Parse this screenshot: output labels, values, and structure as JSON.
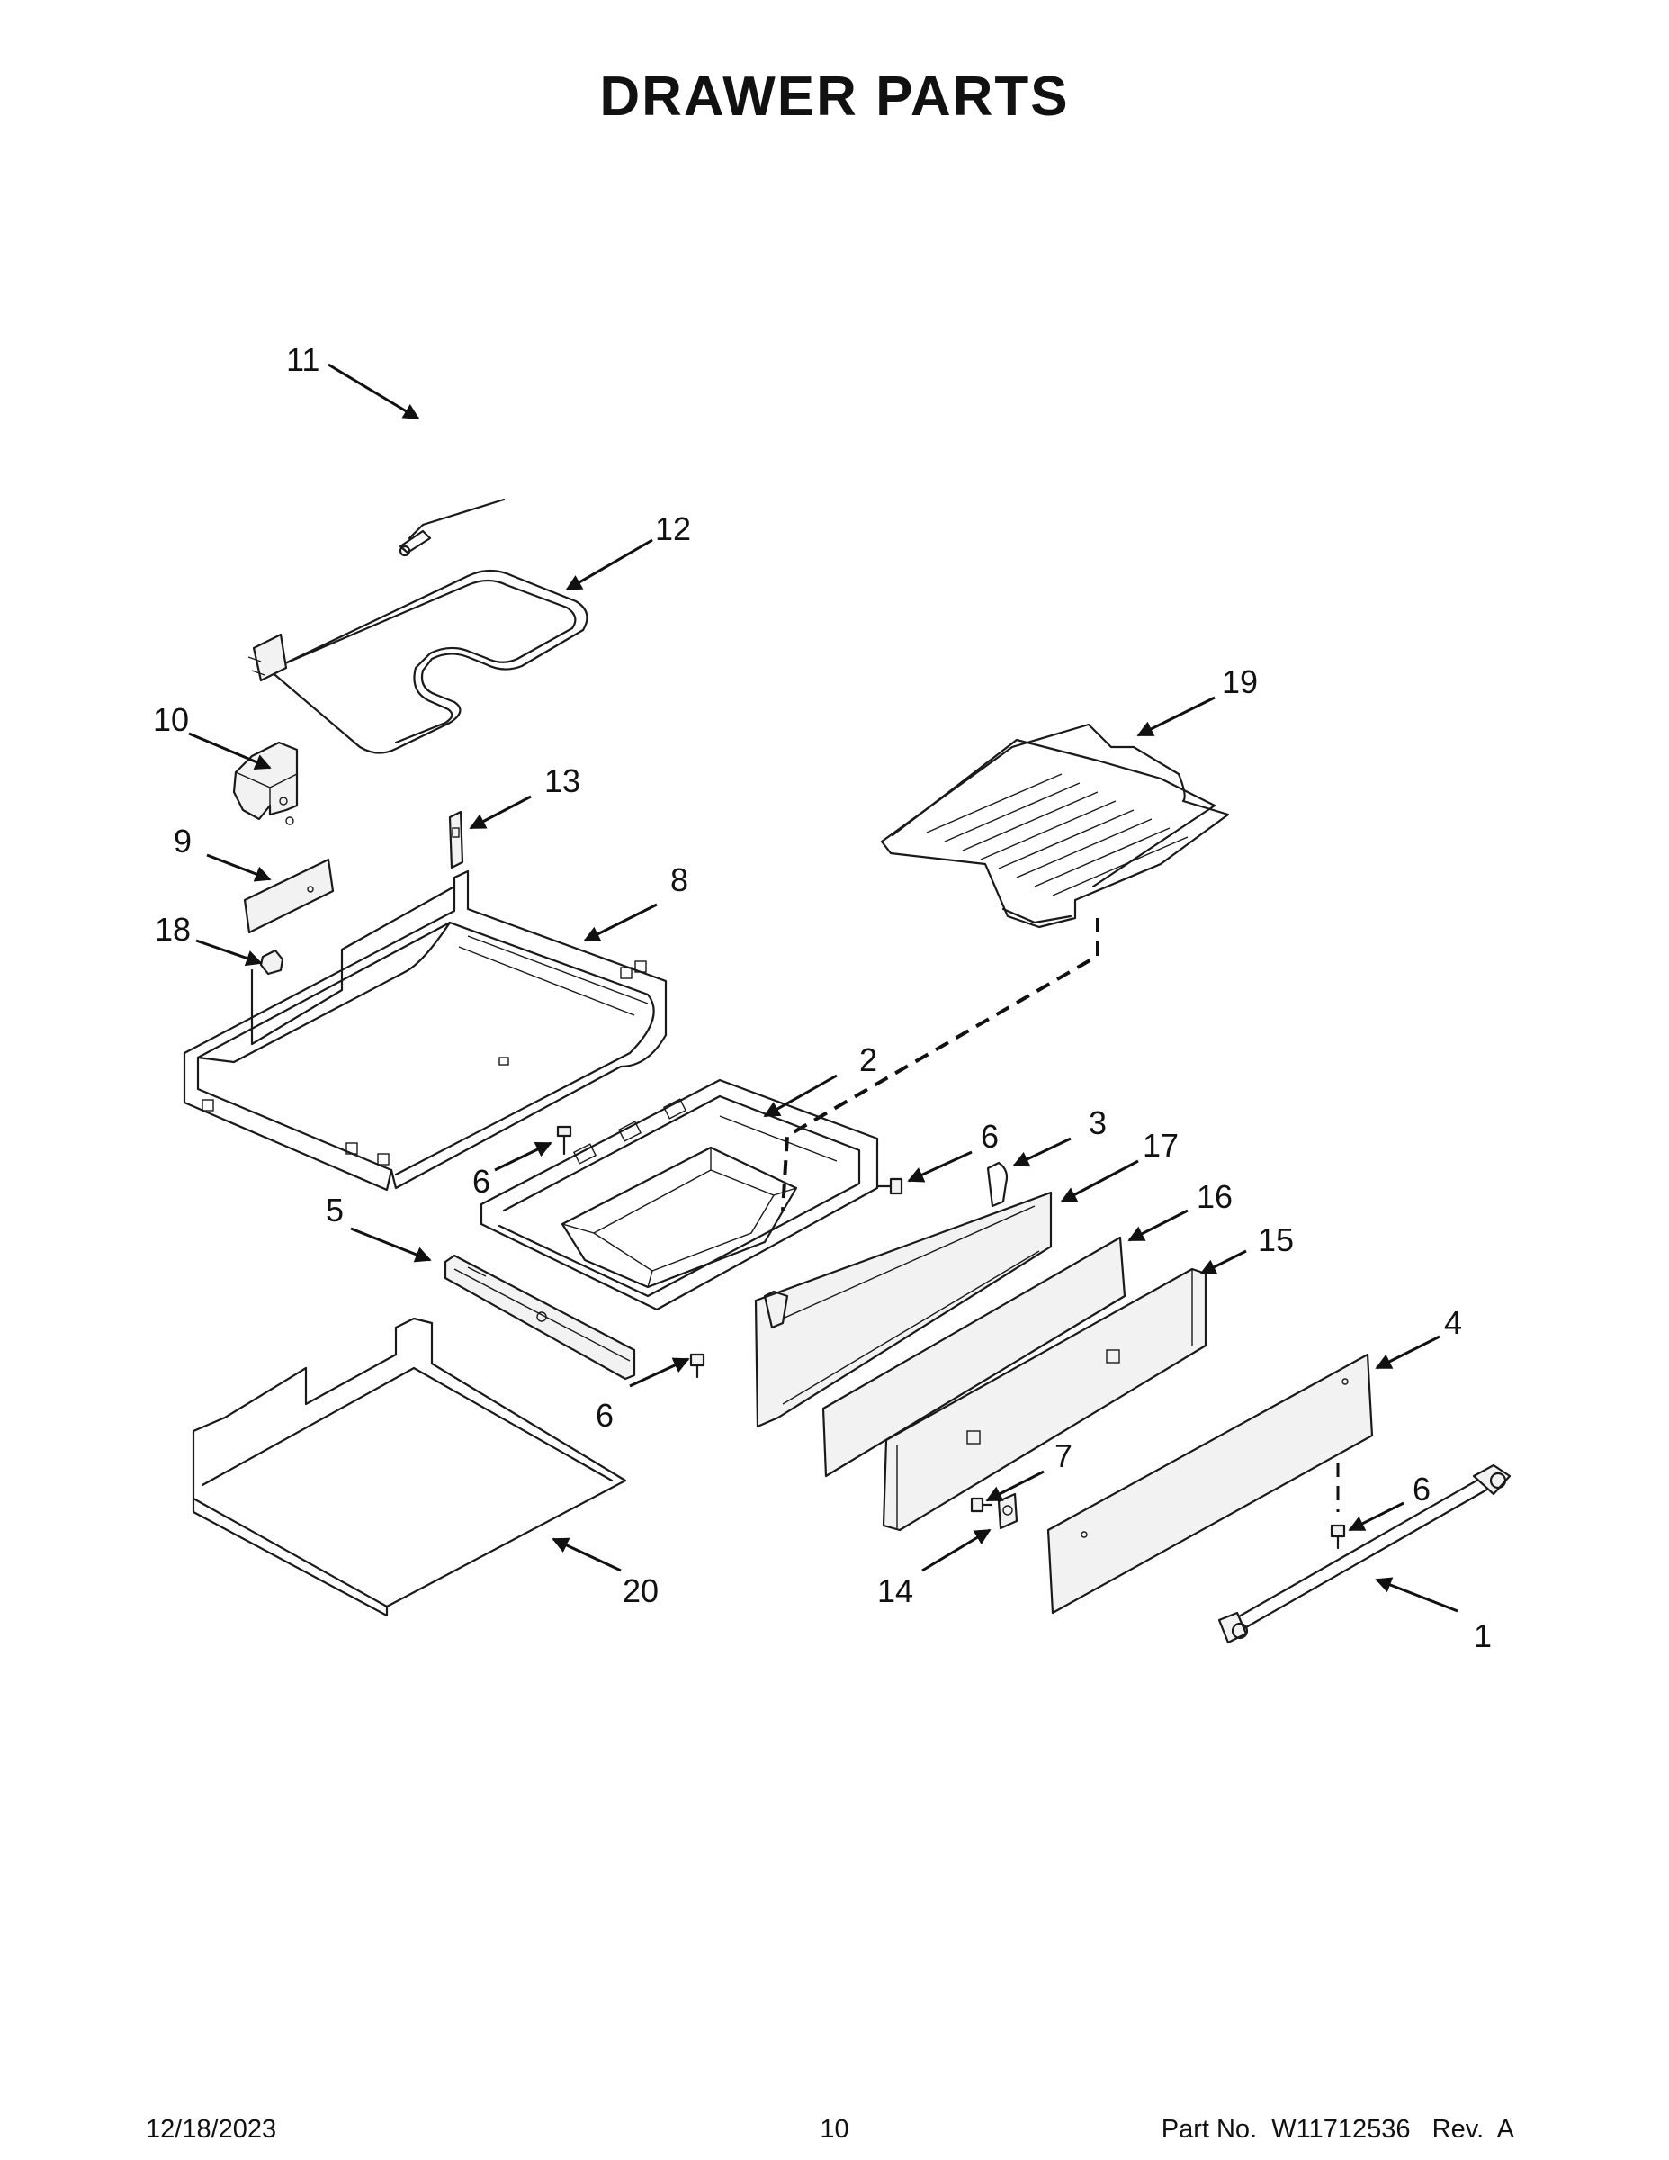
{
  "title": "DRAWER PARTS",
  "callouts": {
    "c1": "1",
    "c2": "2",
    "c3": "3",
    "c4": "4",
    "c5": "5",
    "c6a": "6",
    "c6b": "6",
    "c6c": "6",
    "c6d": "6",
    "c7": "7",
    "c8": "8",
    "c9": "9",
    "c10": "10",
    "c11": "11",
    "c12": "12",
    "c13": "13",
    "c14": "14",
    "c15": "15",
    "c16": "16",
    "c17": "17",
    "c18": "18",
    "c19": "19",
    "c20": "20"
  },
  "footer": {
    "date": "12/18/2023",
    "page": "10",
    "part_no": "Part No.  W11712536   Rev.  A"
  }
}
